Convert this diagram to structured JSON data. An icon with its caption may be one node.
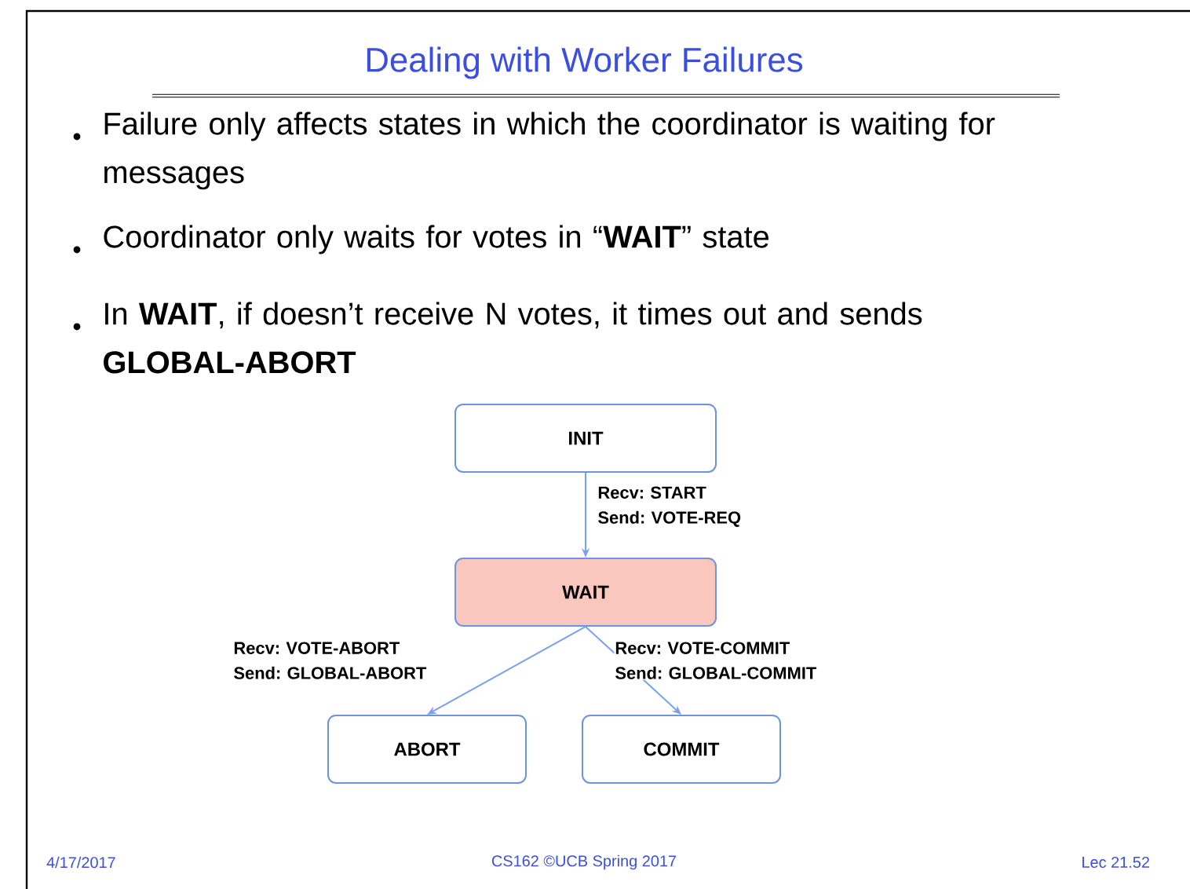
{
  "diagram": {
    "title": "Dealing with Worker Failures",
    "nodes": [
      {
        "text": [
          "INIT"
        ]
      },
      {
        "text": [
          "WAIT"
        ]
      },
      {
        "text": [
          "ABORT"
        ]
      },
      {
        "text": [
          "COMMIT"
        ]
      }
    ],
    "edges": [
      {
        "from": 0,
        "to": 1,
        "arrow": "to",
        "label": "Recv: START Send: VOTE-REQ"
      },
      {
        "from": 1,
        "to": 2,
        "arrow": "to",
        "label": "Recv: VOTE-ABORT Send: GLOBAL-ABORT"
      },
      {
        "from": 1,
        "to": 3,
        "arrow": "to",
        "label": "Recv: VOTE-COMMIT Send: GLOBAL-COMMIT"
      }
    ],
    "labels": [
      "Failure only affects states in which the coordinator is waiting for messages",
      "Coordinator only waits for votes in “**WAIT**” state",
      "In **WAIT**, if doesn’t receive N votes, it times out and sends **GLOBAL-ABORT**",
      "4/17/2017",
      "CS162 ©UCB Spring 2017",
      "Lec 21.52"
    ]
  }
}
